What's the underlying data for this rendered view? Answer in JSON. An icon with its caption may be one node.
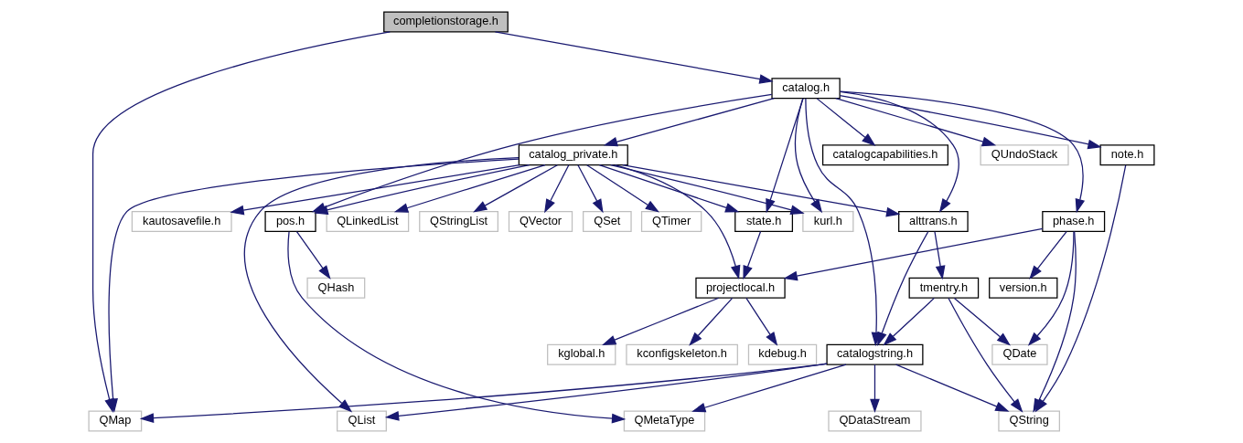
{
  "diagram": {
    "nodes": [
      {
        "text": [
          "completionstorage.h"
        ]
      },
      {
        "text": [
          "catalog.h"
        ]
      },
      {
        "text": [
          "catalogcapabilities.h"
        ]
      },
      {
        "text": [
          "catalog_private.h"
        ]
      },
      {
        "text": [
          "QUndoStack"
        ]
      },
      {
        "text": [
          "note.h"
        ]
      },
      {
        "text": [
          "kautosavefile.h"
        ]
      },
      {
        "text": [
          "QLinkedList"
        ]
      },
      {
        "text": [
          "QStringList"
        ]
      },
      {
        "text": [
          "QVector"
        ]
      },
      {
        "text": [
          "QSet"
        ]
      },
      {
        "text": [
          "QTimer"
        ]
      },
      {
        "text": [
          "alttrans.h"
        ]
      },
      {
        "text": [
          "pos.h"
        ]
      },
      {
        "text": [
          "kurl.h"
        ]
      },
      {
        "text": [
          "state.h"
        ]
      },
      {
        "text": [
          "phase.h"
        ]
      },
      {
        "text": [
          "tmentry.h"
        ]
      },
      {
        "text": [
          "QHash"
        ]
      },
      {
        "text": [
          "projectlocal.h"
        ]
      },
      {
        "text": [
          "version.h"
        ]
      },
      {
        "text": [
          "catalogstring.h"
        ]
      },
      {
        "text": [
          "QDate"
        ]
      },
      {
        "text": [
          "kdebug.h"
        ]
      },
      {
        "text": [
          "kglobal.h"
        ]
      },
      {
        "text": [
          "kconfigskeleton.h"
        ]
      },
      {
        "text": [
          "QMap"
        ]
      },
      {
        "text": [
          "QList"
        ]
      },
      {
        "text": [
          "QDataStream"
        ]
      },
      {
        "text": [
          "QMetaType"
        ]
      },
      {
        "text": [
          "QString"
        ]
      }
    ],
    "edges": [
      {
        "from": 0,
        "to": 26,
        "arrow": "to"
      },
      {
        "from": 0,
        "to": 1,
        "arrow": "to"
      },
      {
        "from": 1,
        "to": 21,
        "arrow": "to"
      },
      {
        "from": 1,
        "to": 2,
        "arrow": "to"
      },
      {
        "from": 1,
        "to": 3,
        "arrow": "to"
      },
      {
        "from": 1,
        "to": 12,
        "arrow": "to"
      },
      {
        "from": 1,
        "to": 13,
        "arrow": "to"
      },
      {
        "from": 1,
        "to": 14,
        "arrow": "to"
      },
      {
        "from": 1,
        "to": 4,
        "arrow": "to"
      },
      {
        "from": 1,
        "to": 15,
        "arrow": "to"
      },
      {
        "from": 1,
        "to": 16,
        "arrow": "to"
      },
      {
        "from": 1,
        "to": 5,
        "arrow": "to"
      },
      {
        "from": 3,
        "to": 6,
        "arrow": "to"
      },
      {
        "from": 3,
        "to": 7,
        "arrow": "to"
      },
      {
        "from": 3,
        "to": 8,
        "arrow": "to"
      },
      {
        "from": 3,
        "to": 9,
        "arrow": "to"
      },
      {
        "from": 3,
        "to": 10,
        "arrow": "to"
      },
      {
        "from": 3,
        "to": 11,
        "arrow": "to"
      },
      {
        "from": 3,
        "to": 12,
        "arrow": "to"
      },
      {
        "from": 3,
        "to": 13,
        "arrow": "to"
      },
      {
        "from": 3,
        "to": 14,
        "arrow": "to"
      },
      {
        "from": 3,
        "to": 15,
        "arrow": "to"
      },
      {
        "from": 3,
        "to": 19,
        "arrow": "to"
      },
      {
        "from": 3,
        "to": 26,
        "arrow": "to"
      },
      {
        "from": 3,
        "to": 27,
        "arrow": "to"
      },
      {
        "from": 5,
        "to": 30,
        "arrow": "to"
      },
      {
        "from": 12,
        "to": 21,
        "arrow": "to"
      },
      {
        "from": 12,
        "to": 17,
        "arrow": "to"
      },
      {
        "from": 13,
        "to": 29,
        "arrow": "to"
      },
      {
        "from": 13,
        "to": 18,
        "arrow": "to"
      },
      {
        "from": 15,
        "to": 19,
        "arrow": "to"
      },
      {
        "from": 16,
        "to": 22,
        "arrow": "to"
      },
      {
        "from": 16,
        "to": 19,
        "arrow": "to"
      },
      {
        "from": 16,
        "to": 20,
        "arrow": "to"
      },
      {
        "from": 16,
        "to": 30,
        "arrow": "to"
      },
      {
        "from": 17,
        "to": 21,
        "arrow": "to"
      },
      {
        "from": 17,
        "to": 22,
        "arrow": "to"
      },
      {
        "from": 17,
        "to": 30,
        "arrow": "to"
      },
      {
        "from": 19,
        "to": 23,
        "arrow": "to"
      },
      {
        "from": 19,
        "to": 24,
        "arrow": "to"
      },
      {
        "from": 19,
        "to": 25,
        "arrow": "to"
      },
      {
        "from": 21,
        "to": 26,
        "arrow": "to"
      },
      {
        "from": 21,
        "to": 27,
        "arrow": "to"
      },
      {
        "from": 21,
        "to": 28,
        "arrow": "to"
      },
      {
        "from": 21,
        "to": 29,
        "arrow": "to"
      },
      {
        "from": 21,
        "to": 30,
        "arrow": "to"
      }
    ]
  }
}
